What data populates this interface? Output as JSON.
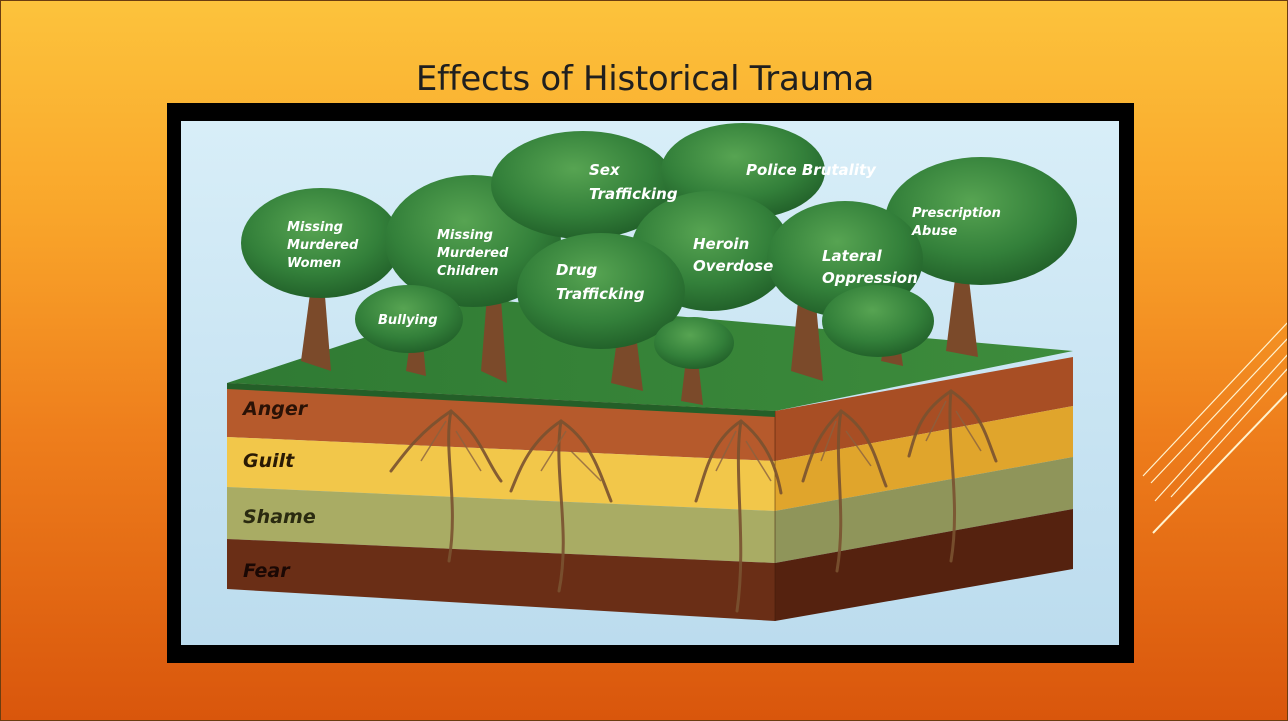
{
  "slide": {
    "title": "Effects of Historical Trauma"
  },
  "diagram": {
    "canopy_labels": [
      [
        "Missing",
        "Murdered",
        "Women"
      ],
      [
        "Bullying"
      ],
      [
        "Missing",
        "Murdered",
        "Children"
      ],
      [
        "Sex",
        "Trafficking"
      ],
      [
        "Drug",
        "Trafficking"
      ],
      [
        "Police Brutality"
      ],
      [
        "Heroin",
        "Overdose"
      ],
      [
        "Lateral",
        "Oppression"
      ],
      [
        "Prescription",
        "Abuse"
      ]
    ],
    "soil_layers": [
      "Anger",
      "Guilt",
      "Shame",
      "Fear"
    ]
  },
  "colors": {
    "background_top": "#fcc33c",
    "background_bottom": "#d9560c",
    "sky": "#cfe8f5",
    "foliage": "#2f7a35",
    "grass": "#3f8a3c",
    "anger_layer": "#b65a2c",
    "guilt_layer": "#f2c74a",
    "shame_layer": "#a9ac64",
    "fear_layer": "#6a2e16"
  }
}
